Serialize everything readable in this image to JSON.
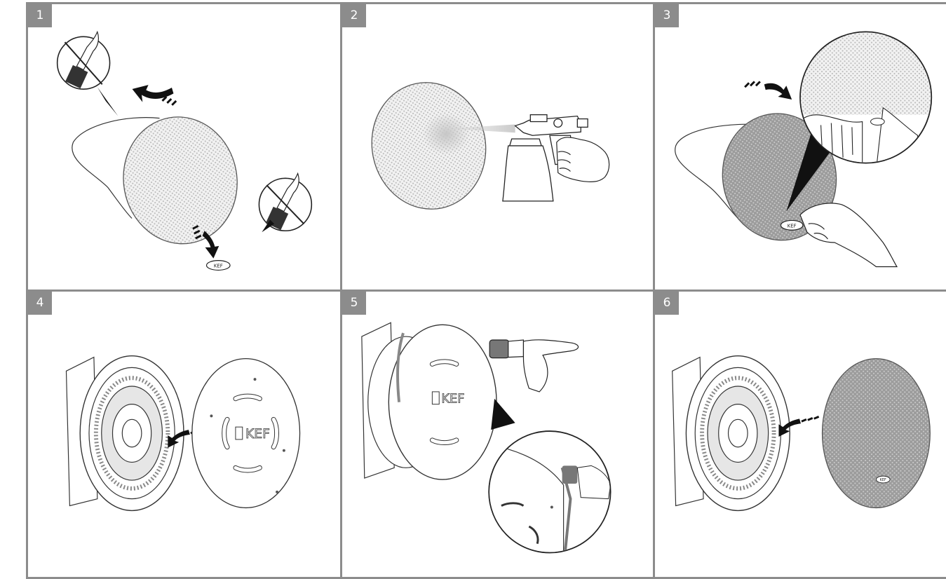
{
  "steps": [
    {
      "number": "1",
      "kef_label": "KEF"
    },
    {
      "number": "2"
    },
    {
      "number": "3",
      "kef_label": "KEF"
    },
    {
      "number": "4",
      "kef_label": "KEF"
    },
    {
      "number": "5",
      "kef_label": "KEF"
    },
    {
      "number": "6",
      "kef_label": "KEF"
    }
  ],
  "colors": {
    "frame": "#8c8c8c",
    "line": "#333333",
    "grille_light": "#e8e8e8",
    "grille_dark": "#9a9a9a",
    "arrow": "#222222",
    "badge_text": "#ffffff"
  },
  "icons": [
    "no-brush-icon",
    "curved-arrow-icon",
    "spray-gun",
    "hand",
    "speaker-unit",
    "magnifier-callout"
  ]
}
